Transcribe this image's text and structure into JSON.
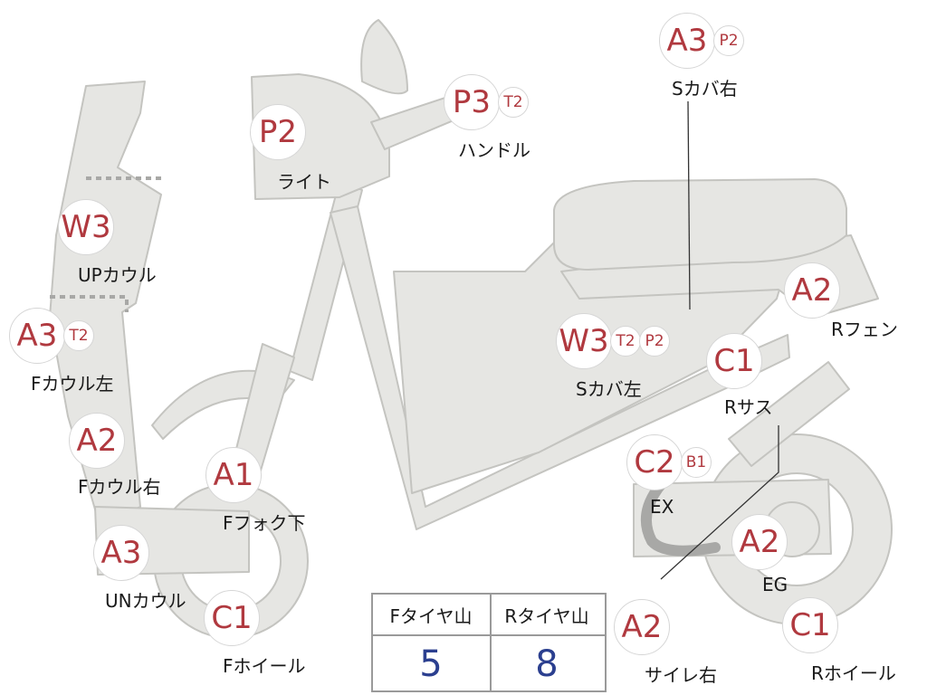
{
  "markers": {
    "light": {
      "codes": [
        "P2"
      ],
      "label": "ライト"
    },
    "handle": {
      "codes": [
        "P3",
        "T2"
      ],
      "label": "ハンドル"
    },
    "s_cover_right": {
      "codes": [
        "A3",
        "P2"
      ],
      "label": "Sカバ右"
    },
    "up_cowl": {
      "codes": [
        "W3"
      ],
      "label": "UPカウル"
    },
    "f_cowl_left": {
      "codes": [
        "A3",
        "T2"
      ],
      "label": "Fカウル左"
    },
    "f_cowl_right": {
      "codes": [
        "A2"
      ],
      "label": "Fカウル右"
    },
    "f_fork_lower": {
      "codes": [
        "A1"
      ],
      "label": "Fフォク下"
    },
    "un_cowl": {
      "codes": [
        "A3"
      ],
      "label": "UNカウル"
    },
    "f_wheel": {
      "codes": [
        "C1"
      ],
      "label": "Fホイール"
    },
    "s_cover_left": {
      "codes": [
        "W3",
        "T2",
        "P2"
      ],
      "label": "Sカバ左"
    },
    "r_fender": {
      "codes": [
        "A2"
      ],
      "label": "Rフェン"
    },
    "r_sus": {
      "codes": [
        "C1"
      ],
      "label": "Rサス"
    },
    "ex": {
      "codes": [
        "C2",
        "B1"
      ],
      "label": "EX"
    },
    "eg": {
      "codes": [
        "A2"
      ],
      "label": "EG"
    },
    "silencer_right": {
      "codes": [
        "A2"
      ],
      "label": "サイレ右"
    },
    "r_wheel": {
      "codes": [
        "C1"
      ],
      "label": "Rホイール"
    }
  },
  "tire_table": {
    "front_header": "Fタイヤ山",
    "rear_header": "Rタイヤ山",
    "front_value": "5",
    "rear_value": "8"
  },
  "colors": {
    "part_fill": "#e6e6e3",
    "part_stroke": "#c4c4c0",
    "code_text": "#b0393f",
    "tire_value_text": "#2b3f8f"
  }
}
